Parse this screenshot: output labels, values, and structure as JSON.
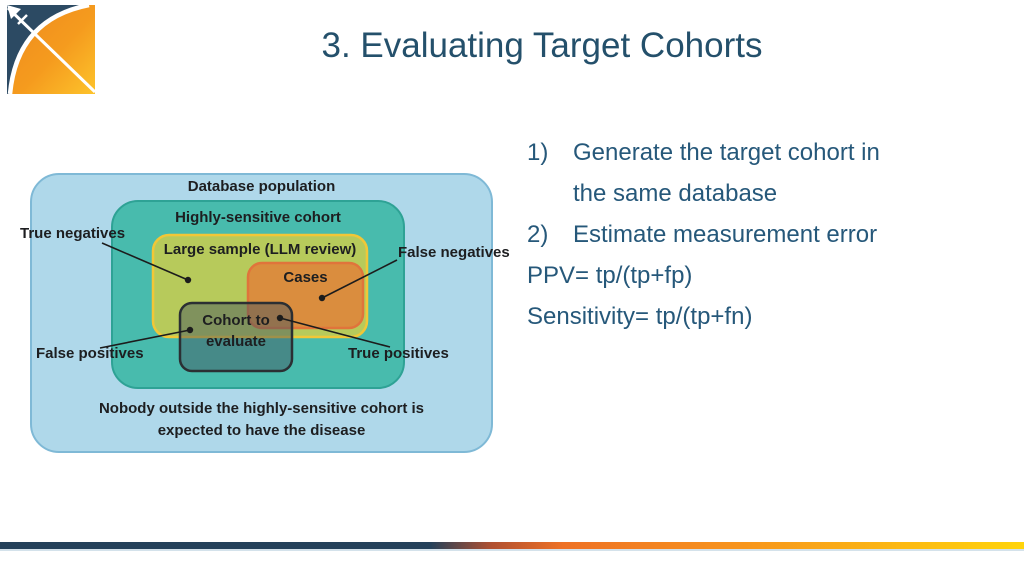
{
  "slide": {
    "title": "3. Evaluating Target Cohorts"
  },
  "colors": {
    "title_navy": "#24506B",
    "body_navy": "#26587A",
    "outer_blue_fill": "#AFD8EA",
    "outer_blue_border": "#7FB9D6",
    "teal_fill": "#48BBAD",
    "teal_border": "#2EA295",
    "green_fill": "#B7CA5B",
    "gold_border": "#F1C737",
    "orange_fill": "#DA8D3E",
    "orange_border": "#E0743B",
    "cohort_border": "#2B2F33",
    "footer_navy": "#24415A",
    "footer_orange": "#EE7125",
    "footer_yellow": "#FFD40B",
    "logo_navy": "#2C4A63",
    "logo_orange": "#F7941D"
  },
  "diagram": {
    "database_population_label": "Database population",
    "highly_sensitive_label": "Highly-sensitive cohort",
    "large_sample_label": "Large sample (LLM review)",
    "cases_label": "Cases",
    "cohort_line1": "Cohort to",
    "cohort_line2": "evaluate",
    "callouts": {
      "true_negatives": "True negatives",
      "false_negatives": "False negatives",
      "false_positives": "False positives",
      "true_positives": "True positives"
    },
    "note_line1": "Nobody outside the highly-sensitive cohort is",
    "note_line2": "expected to have the disease"
  },
  "right_panel": {
    "items": [
      {
        "num": "1)",
        "lines": [
          "Generate the target cohort in",
          "the same database"
        ]
      },
      {
        "num": "2)",
        "lines": [
          "Estimate measurement error",
          ""
        ]
      }
    ],
    "formulas": [
      "PPV= tp/(tp+fp)",
      "Sensitivity= tp/(tp+fn)"
    ]
  }
}
